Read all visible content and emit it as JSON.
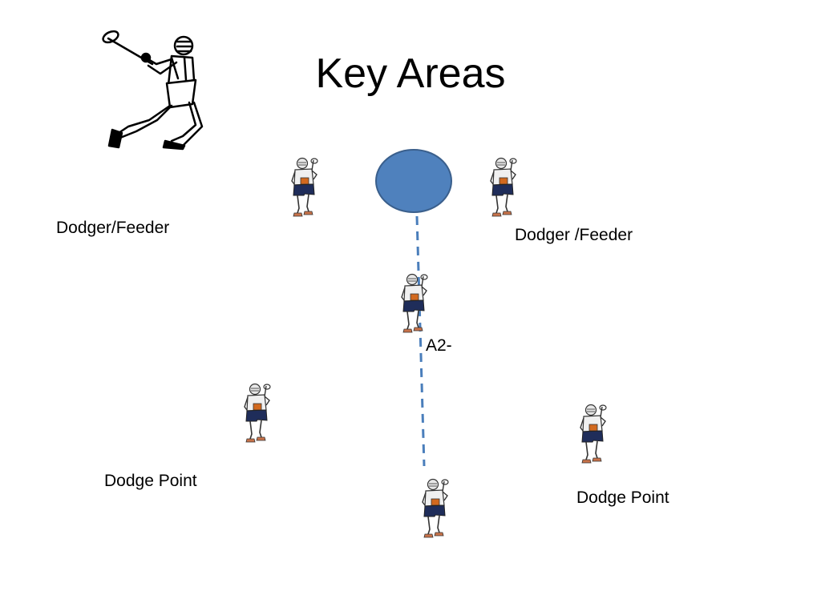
{
  "slide": {
    "title": "Key Areas",
    "labels": {
      "dodger_feeder_left": "Dodger/Feeder",
      "dodger_feeder_right": "Dodger /Feeder",
      "a2": "A2-",
      "dodge_point_left": "Dodge Point",
      "dodge_point_right": "Dodge Point"
    }
  },
  "colors": {
    "goal_fill": "#4f81bd",
    "goal_stroke": "#3a5f8c",
    "path_line": "#4a7ebb",
    "jersey": "#f0f0f0",
    "shorts": "#1f2d5a",
    "number": "#d2691e"
  },
  "icons": {
    "logo": "lacrosse-player-shooting-icon",
    "player": "lacrosse-player-icon",
    "goal": "goal-circle"
  }
}
